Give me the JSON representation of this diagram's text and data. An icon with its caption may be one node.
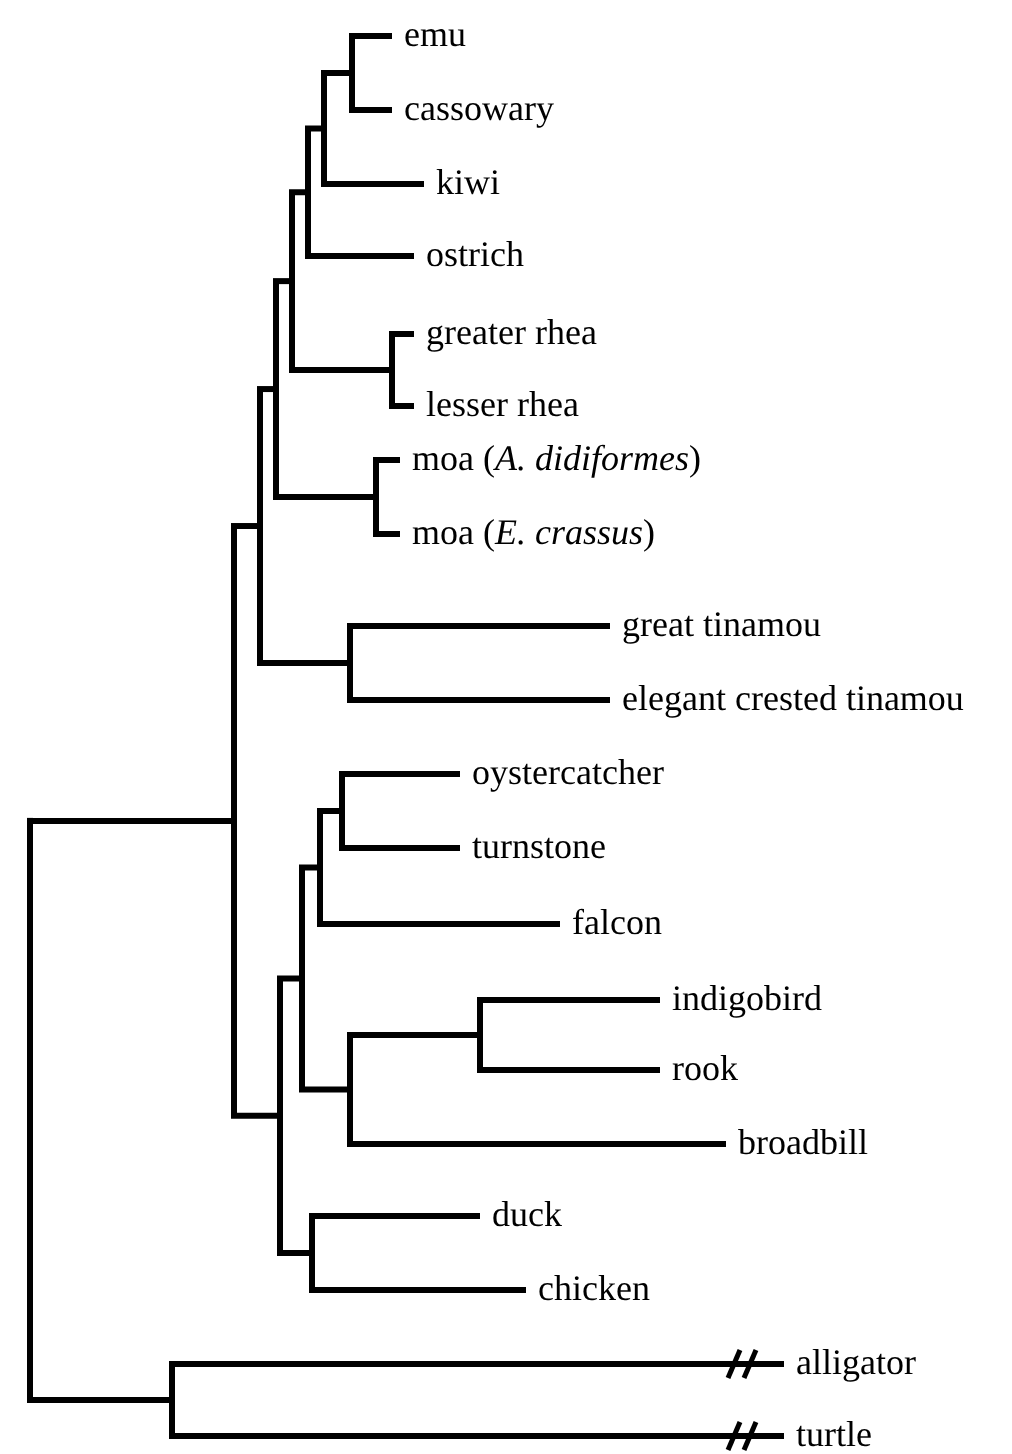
{
  "diagram": {
    "nodes": [
      {
        "text": [],
        "shape": "bar"
      },
      {
        "text": [],
        "shape": "bar"
      },
      {
        "text": [],
        "shape": "bar"
      },
      {
        "text": [],
        "shape": "bar"
      },
      {
        "text": [],
        "shape": "bar"
      },
      {
        "text": [],
        "shape": "bar"
      },
      {
        "text": [],
        "shape": "bar"
      },
      {
        "text": [],
        "shape": "bar"
      },
      {
        "text": [
          "emu"
        ]
      },
      {
        "text": [
          "cassowary"
        ]
      },
      {
        "text": [
          "kiwi"
        ]
      },
      {
        "text": [
          "ostrich"
        ]
      },
      {
        "text": [],
        "shape": "bar"
      },
      {
        "text": [
          "greater rhea"
        ]
      },
      {
        "text": [
          "lesser rhea"
        ]
      },
      {
        "text": [],
        "shape": "bar"
      },
      {
        "text": [
          "moa (*A. didiformes*)"
        ]
      },
      {
        "text": [
          "moa (*E. crassus*)"
        ]
      },
      {
        "text": [],
        "shape": "bar"
      },
      {
        "text": [
          "great tinamou"
        ]
      },
      {
        "text": [
          "elegant crested tinamou"
        ]
      },
      {
        "text": [],
        "shape": "bar"
      },
      {
        "text": [],
        "shape": "bar"
      },
      {
        "text": [],
        "shape": "bar"
      },
      {
        "text": [],
        "shape": "bar"
      },
      {
        "text": [
          "oystercatcher"
        ]
      },
      {
        "text": [
          "turnstone"
        ]
      },
      {
        "text": [
          "falcon"
        ]
      },
      {
        "text": [],
        "shape": "bar"
      },
      {
        "text": [],
        "shape": "bar"
      },
      {
        "text": [
          "indigobird"
        ]
      },
      {
        "text": [
          "rook"
        ]
      },
      {
        "text": [
          "broadbill"
        ]
      },
      {
        "text": [],
        "shape": "bar"
      },
      {
        "text": [
          "duck"
        ]
      },
      {
        "text": [
          "chicken"
        ]
      },
      {
        "text": [],
        "shape": "bar"
      },
      {
        "text": [
          "alligator"
        ]
      },
      {
        "text": [
          "turtle"
        ]
      }
    ],
    "edges": [
      {
        "from": 0,
        "to": 1,
        "arrow": "none"
      },
      {
        "from": 0,
        "to": 36,
        "arrow": "none"
      },
      {
        "from": 1,
        "to": 2,
        "arrow": "none"
      },
      {
        "from": 1,
        "to": 21,
        "arrow": "none"
      },
      {
        "from": 2,
        "to": 3,
        "arrow": "none"
      },
      {
        "from": 2,
        "to": 18,
        "arrow": "none"
      },
      {
        "from": 3,
        "to": 4,
        "arrow": "none"
      },
      {
        "from": 3,
        "to": 15,
        "arrow": "none"
      },
      {
        "from": 4,
        "to": 5,
        "arrow": "none"
      },
      {
        "from": 4,
        "to": 12,
        "arrow": "none"
      },
      {
        "from": 5,
        "to": 6,
        "arrow": "none"
      },
      {
        "from": 5,
        "to": 11,
        "arrow": "none"
      },
      {
        "from": 6,
        "to": 7,
        "arrow": "none"
      },
      {
        "from": 6,
        "to": 10,
        "arrow": "none"
      },
      {
        "from": 7,
        "to": 8,
        "arrow": "none"
      },
      {
        "from": 7,
        "to": 9,
        "arrow": "none"
      },
      {
        "from": 12,
        "to": 13,
        "arrow": "none"
      },
      {
        "from": 12,
        "to": 14,
        "arrow": "none"
      },
      {
        "from": 15,
        "to": 16,
        "arrow": "none"
      },
      {
        "from": 15,
        "to": 17,
        "arrow": "none"
      },
      {
        "from": 18,
        "to": 19,
        "arrow": "none"
      },
      {
        "from": 18,
        "to": 20,
        "arrow": "none"
      },
      {
        "from": 21,
        "to": 22,
        "arrow": "none"
      },
      {
        "from": 21,
        "to": 33,
        "arrow": "none"
      },
      {
        "from": 22,
        "to": 23,
        "arrow": "none"
      },
      {
        "from": 22,
        "to": 28,
        "arrow": "none"
      },
      {
        "from": 23,
        "to": 24,
        "arrow": "none"
      },
      {
        "from": 23,
        "to": 27,
        "arrow": "none"
      },
      {
        "from": 24,
        "to": 25,
        "arrow": "none"
      },
      {
        "from": 24,
        "to": 26,
        "arrow": "none"
      },
      {
        "from": 28,
        "to": 29,
        "arrow": "none"
      },
      {
        "from": 28,
        "to": 32,
        "arrow": "none"
      },
      {
        "from": 29,
        "to": 30,
        "arrow": "none"
      },
      {
        "from": 29,
        "to": 31,
        "arrow": "none"
      },
      {
        "from": 33,
        "to": 34,
        "arrow": "none"
      },
      {
        "from": 33,
        "to": 35,
        "arrow": "none"
      },
      {
        "from": 36,
        "to": 37,
        "arrow": "none"
      },
      {
        "from": 36,
        "to": 38,
        "arrow": "none"
      }
    ]
  }
}
